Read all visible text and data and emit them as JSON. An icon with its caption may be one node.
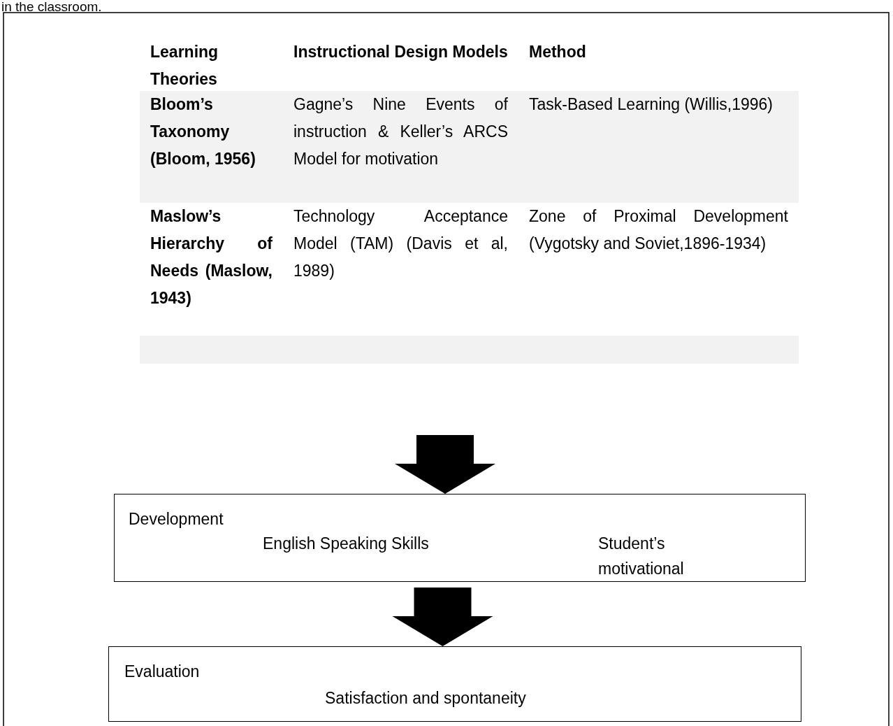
{
  "diagram": {
    "nodes": [
      {
        "text": [],
        "shape": "box"
      },
      {
        "text": [
          "Development",
          "English Speaking Skills",
          "Student’s motivational"
        ]
      },
      {
        "text": [
          "Evaluation",
          "Satisfaction and spontaneity"
        ]
      }
    ],
    "edges": [
      {
        "from": 0,
        "to": 1,
        "arrow": "to",
        "style": "thick"
      },
      {
        "from": 1,
        "to": 2,
        "arrow": "to",
        "style": "thick"
      }
    ],
    "labels": [
      "in the classroom.",
      "Learning Theories",
      "Instructional Design Models",
      "Method",
      "Bloom’s Taxonomy (Bloom, 1956)",
      "Gagne’s Nine Events of instruction & Keller’s ARCS Model for motivation",
      "Task-Based Learning (Willis,1996)",
      "Maslow’s Hierarchy of Needs (Maslow, 1943)",
      "Technology Acceptance Model (TAM) (Davis et al, 1989)",
      "Zone of Proximal Development (Vygotsky and Soviet,1896-1934)"
    ]
  }
}
